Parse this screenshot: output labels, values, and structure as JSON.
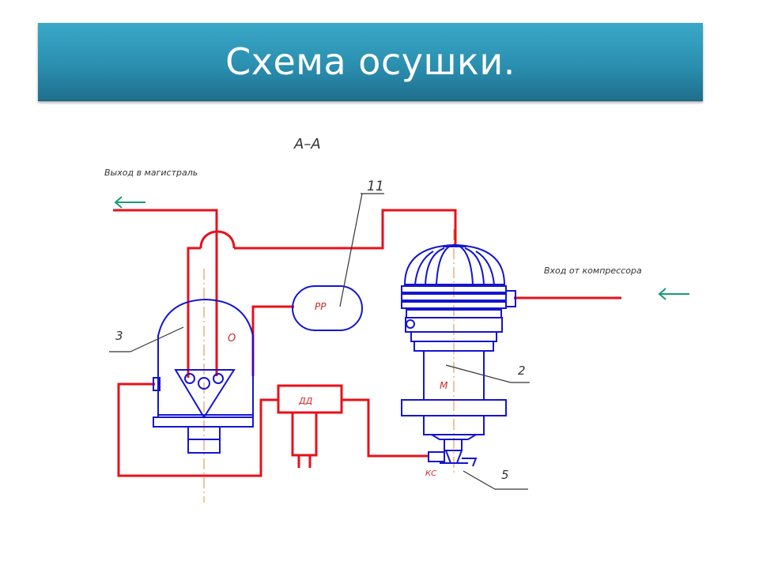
{
  "slide": {
    "title": "Схема осушки."
  },
  "diagram": {
    "section_label": "А–А",
    "outlet_label": "Выход в магистраль",
    "inlet_label": "Вход от компрессора",
    "callouts": {
      "c11": "11",
      "c3": "3",
      "c2": "2",
      "c5": "5"
    },
    "component_labels": {
      "receiver": "РР",
      "absorber": "О",
      "motor": "М",
      "pressure_sensor": "ДД",
      "valve": "КС"
    }
  },
  "colors": {
    "title_bar": "#2b8fb0",
    "pipe": "#e8101a",
    "equipment_outline": "#1515d0",
    "arrow": "#1a9a78",
    "leader": "#333333",
    "center_line": "#e08a3a"
  }
}
